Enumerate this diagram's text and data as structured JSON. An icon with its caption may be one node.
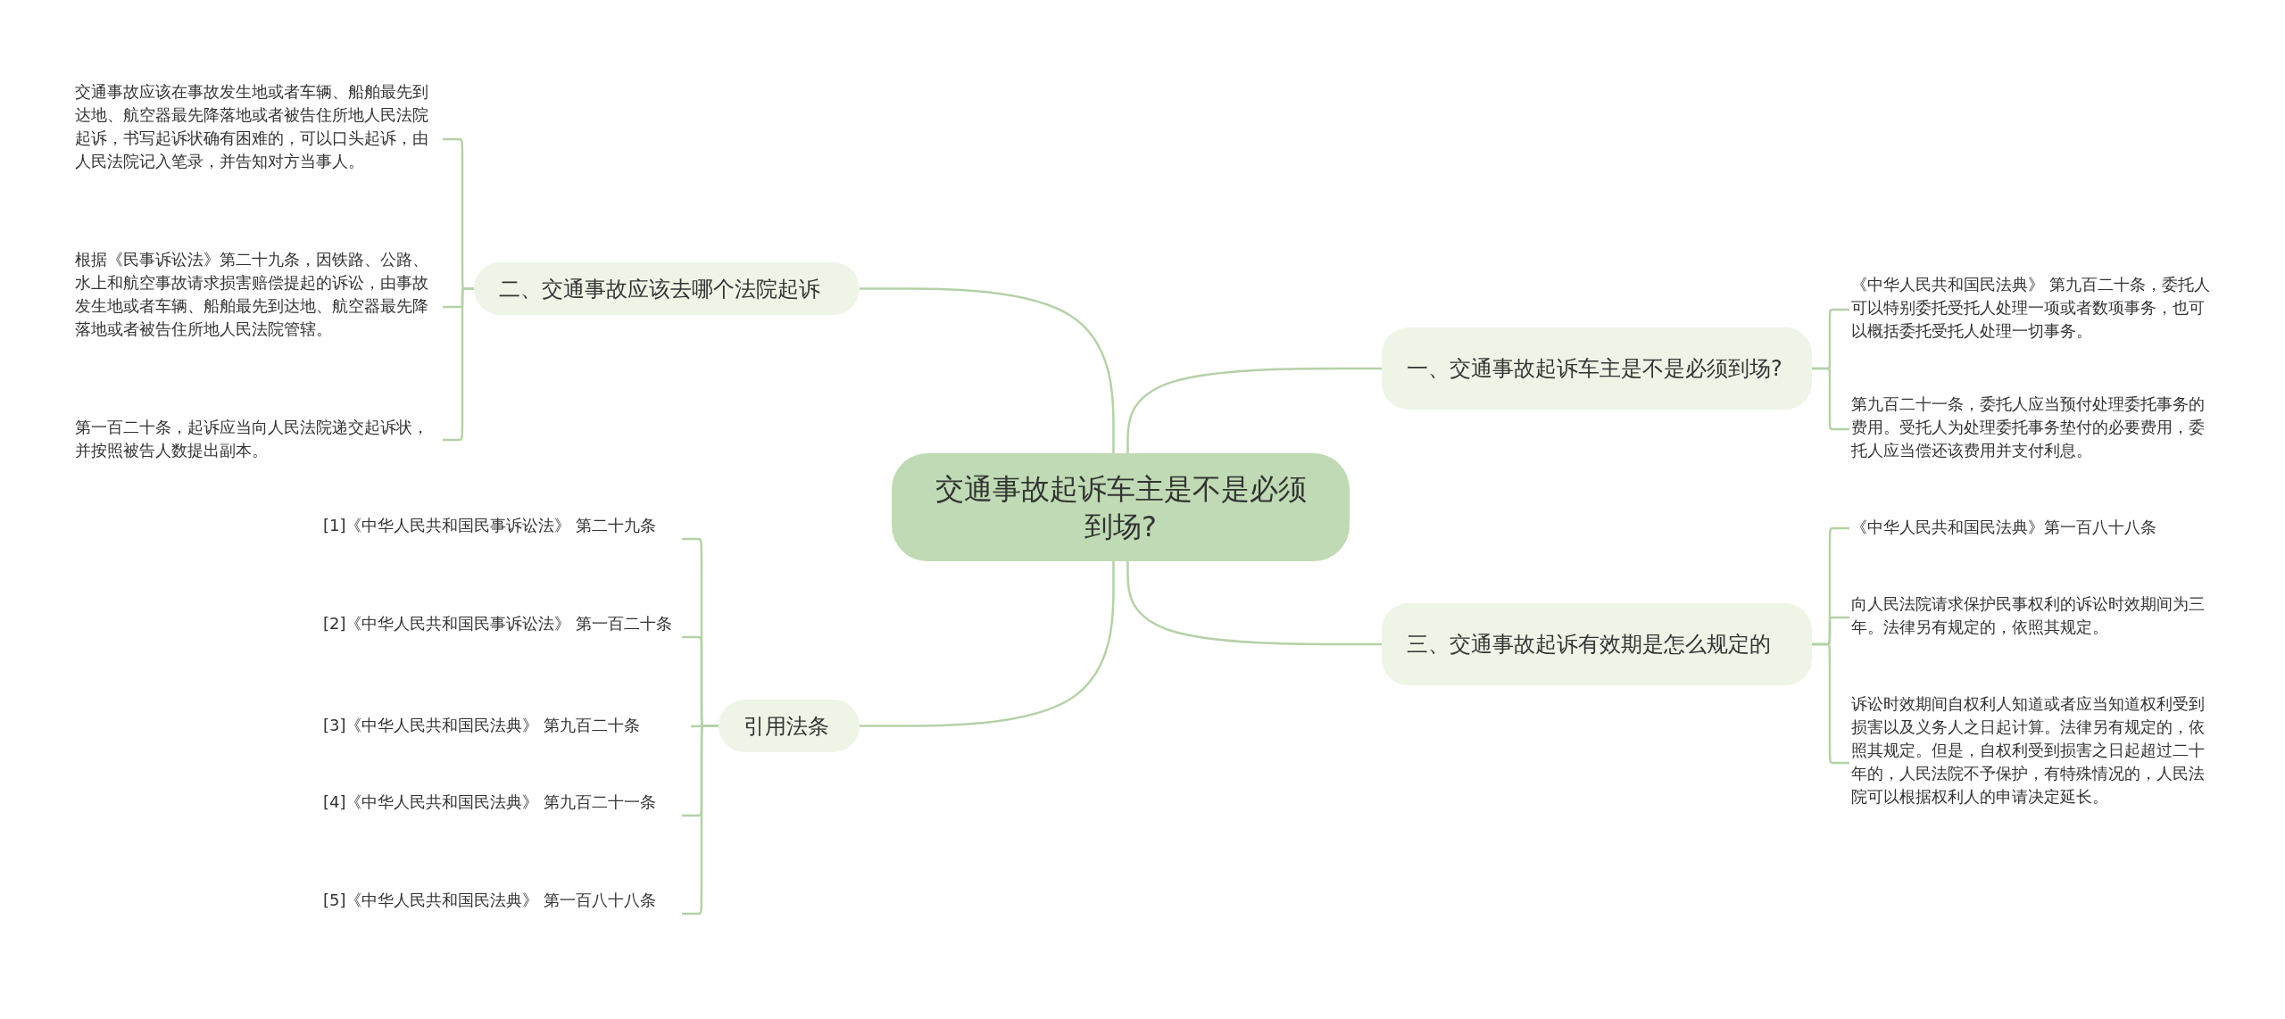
{
  "diagram": {
    "nodes": [
      {
        "text": [
          "交通事故起诉车主是不是必须到场?"
        ]
      },
      {
        "text": [
          "一、交通事故起诉车主是不是必须到场?"
        ]
      },
      {
        "text": [
          "《中华人民共和国民法典》 第九百二十条，委托人可以特别委托受托人处理一项或者数项事务，也可以概括委托受托人处理一切事务。"
        ]
      },
      {
        "text": [
          "第九百二十一条，委托人应当预付处理委托事务的费用。受托人为处理委托事务垫付的必要费用，委托人应当偿还该费用并支付利息。"
        ]
      },
      {
        "text": [
          "三、交通事故起诉有效期是怎么规定的"
        ]
      },
      {
        "text": [
          "《中华人民共和国民法典》第一百八十八条"
        ]
      },
      {
        "text": [
          "向人民法院请求保护民事权利的诉讼时效期间为三年。法律另有规定的，依照其规定。"
        ]
      },
      {
        "text": [
          "诉讼时效期间自权利人知道或者应当知道权利受到损害以及义务人之日起计算。法律另有规定的，依照其规定。但是，自权利受到损害之日起超过二十年的，人民法院不予保护，有特殊情况的，人民法院可以根据权利人的申请决定延长。"
        ]
      },
      {
        "text": [
          "二、交通事故应该去哪个法院起诉"
        ]
      },
      {
        "text": [
          "交通事故应该在事故发生地或者车辆、船舶最先到达地、航空器最先降落地或者被告住所地人民法院起诉，书写起诉状确有困难的，可以口头起诉，由人民法院记入笔录，并告知对方当事人。"
        ]
      },
      {
        "text": [
          "根据《民事诉讼法》第二十九条，因铁路、公路、水上和航空事故请求损害赔偿提起的诉讼，由事故发生地或者车辆、船舶最先到达地、航空器最先降落地或者被告住所地人民法院管辖。"
        ]
      },
      {
        "text": [
          "第一百二十条，起诉应当向人民法院递交起诉状，并按照被告人数提出副本。"
        ]
      },
      {
        "text": [
          "引用法条"
        ]
      },
      {
        "text": [
          "[1]《中华人民共和国民事诉讼法》 第二十九条"
        ]
      },
      {
        "text": [
          "[2]《中华人民共和国民事诉讼法》 第一百二十条"
        ]
      },
      {
        "text": [
          "[3]《中华人民共和国民法典》 第九百二十条"
        ]
      },
      {
        "text": [
          "[4]《中华人民共和国民法典》 第九百二十一条"
        ]
      },
      {
        "text": [
          "[5]《中华人民共和国民法典》 第一百八十八条"
        ]
      }
    ],
    "edges": [
      {
        "from": 0,
        "to": 1,
        "arrow": "none"
      },
      {
        "from": 1,
        "to": 2,
        "arrow": "none"
      },
      {
        "from": 1,
        "to": 3,
        "arrow": "none"
      },
      {
        "from": 0,
        "to": 4,
        "arrow": "none"
      },
      {
        "from": 4,
        "to": 5,
        "arrow": "none"
      },
      {
        "from": 4,
        "to": 6,
        "arrow": "none"
      },
      {
        "from": 4,
        "to": 7,
        "arrow": "none"
      },
      {
        "from": 0,
        "to": 8,
        "arrow": "none"
      },
      {
        "from": 8,
        "to": 9,
        "arrow": "none"
      },
      {
        "from": 8,
        "to": 10,
        "arrow": "none"
      },
      {
        "from": 8,
        "to": 11,
        "arrow": "none"
      },
      {
        "from": 0,
        "to": 12,
        "arrow": "none"
      },
      {
        "from": 12,
        "to": 13,
        "arrow": "none"
      },
      {
        "from": 12,
        "to": 14,
        "arrow": "none"
      },
      {
        "from": 12,
        "to": 15,
        "arrow": "none"
      },
      {
        "from": 12,
        "to": 16,
        "arrow": "none"
      },
      {
        "from": 12,
        "to": 17,
        "arrow": "none"
      }
    ]
  }
}
